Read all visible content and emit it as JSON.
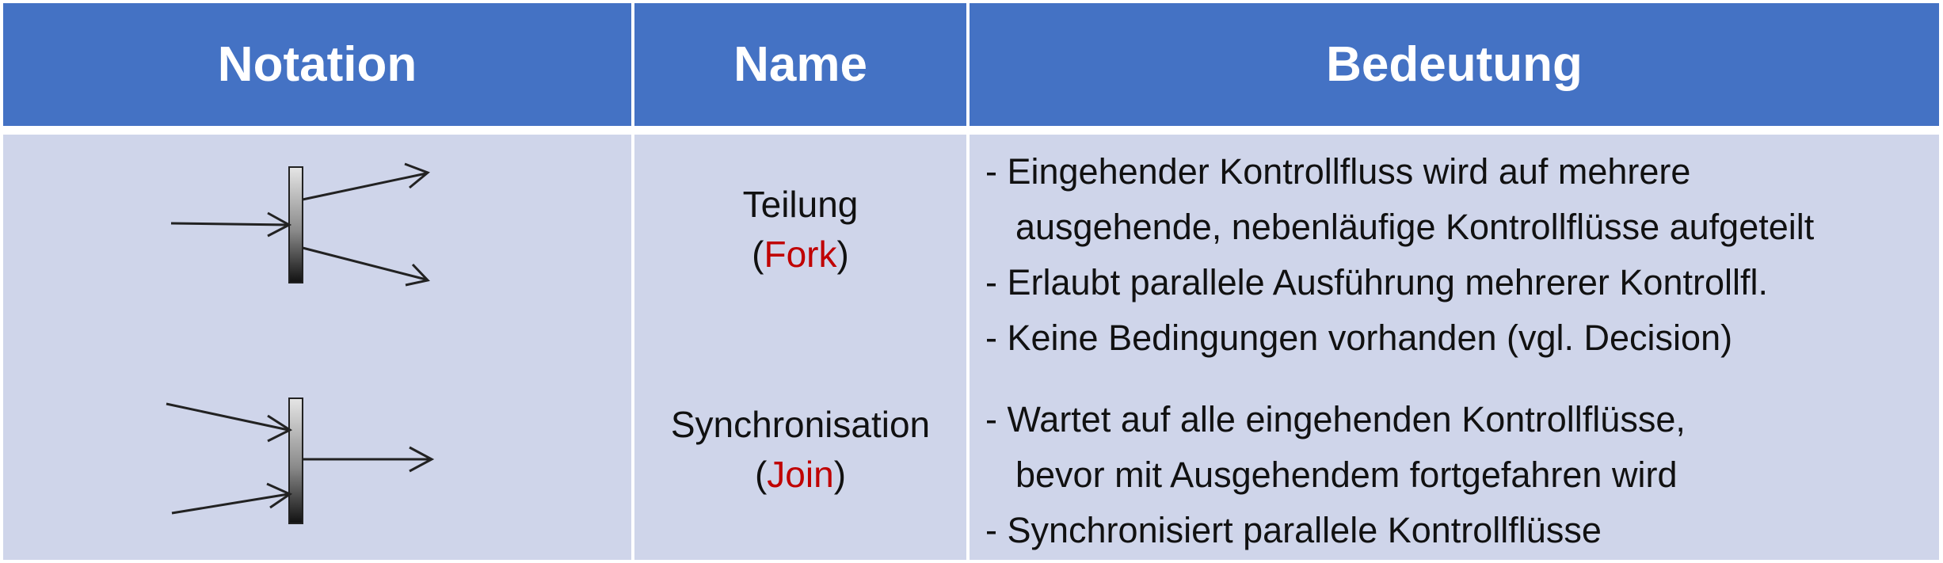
{
  "header": {
    "col_notation": "Notation",
    "col_name": "Name",
    "col_meaning": "Bedeutung"
  },
  "rows": [
    {
      "name": "Teilung",
      "keyword": "Fork",
      "symbol": "fork-bar-icon",
      "lines": [
        "- Eingehender Kontrollfluss wird auf mehrere",
        "ausgehende, nebenläufige Kontrollflüsse aufgeteilt",
        "- Erlaubt parallele Ausführung mehrerer Kontrollfl.",
        "- Keine Bedingungen vorhanden (vgl. Decision)"
      ]
    },
    {
      "name": "Synchronisation",
      "keyword": "Join",
      "symbol": "join-bar-icon",
      "lines": [
        "- Wartet auf alle eingehenden Kontrollflüsse,",
        "bevor mit Ausgehendem fortgefahren wird",
        "- Synchronisiert parallele Kontrollflüsse"
      ]
    }
  ],
  "colors": {
    "header_bg": "#4472c4",
    "body_bg": "#cfd5ea",
    "keyword": "#c00000"
  }
}
